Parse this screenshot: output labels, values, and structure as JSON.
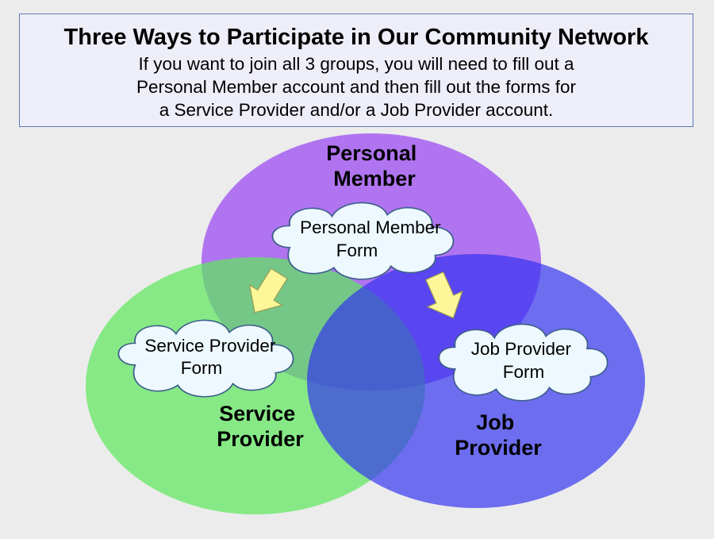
{
  "header": {
    "title": "Three Ways to Participate in Our Community Network",
    "lines": [
      "If you want to join all 3 groups, you will need to fill out a",
      "Personal Member account and then fill out the forms for",
      "a Service Provider and/or a Job Provider account."
    ]
  },
  "groups": {
    "personal": {
      "line1": "Personal",
      "line2": "Member",
      "color": "#a259f0"
    },
    "service": {
      "line1": "Service",
      "line2": "Provider",
      "color": "#6fe96f"
    },
    "job": {
      "line1": "Job",
      "line2": "Provider",
      "color": "#4040f0"
    }
  },
  "forms": {
    "personal": {
      "line1": "Personal Member",
      "line2": "Form"
    },
    "service": {
      "line1": "Service Provider",
      "line2": "Form"
    },
    "job": {
      "line1": "Job Provider",
      "line2": "Form"
    }
  },
  "arrows": [
    {
      "from": "personal-member-form",
      "to": "service-provider-form"
    },
    {
      "from": "personal-member-form",
      "to": "job-provider-form"
    }
  ]
}
